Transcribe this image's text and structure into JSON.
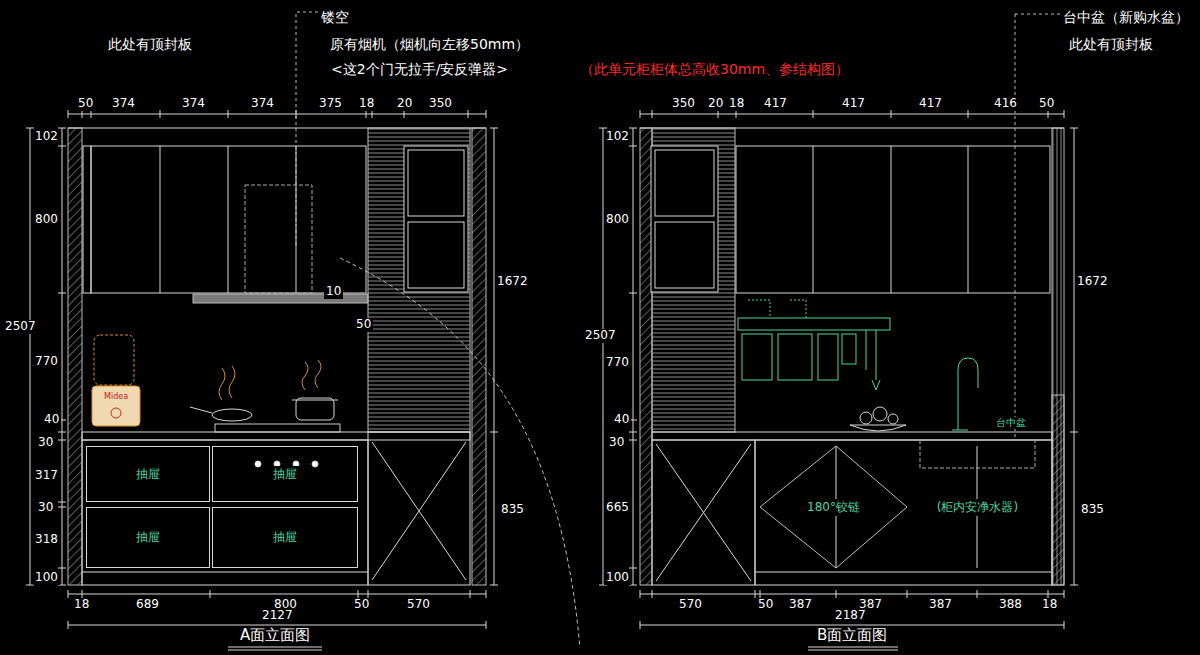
{
  "diagram": {
    "nodes": [
      {
        "text": [
          "抽屉"
        ]
      },
      {
        "text": [
          "抽屉"
        ]
      },
      {
        "text": [
          "抽屉"
        ]
      },
      {
        "text": [
          "抽屉"
        ]
      },
      {
        "text": [
          "180°铰链"
        ]
      },
      {
        "text": [
          "(柜内安净水器)"
        ]
      }
    ],
    "labels": [
      "此处有顶封板",
      "镂空",
      "原有烟机（烟机向左移50mm）",
      "<这2个门无拉手/安反弹器>",
      "（此单元柜柜体总高收30mm、参结构图）",
      "台中盆（新购水盆）",
      "此处有顶封板",
      "50",
      "374",
      "374",
      "374",
      "375",
      "18",
      "20",
      "350",
      "102",
      "800",
      "2507",
      "770",
      "40",
      "30",
      "317",
      "30",
      "318",
      "100",
      "1672",
      "835",
      "10",
      "50",
      "18",
      "689",
      "800",
      "50",
      "570",
      "2127",
      "A面立面图",
      "350",
      "20",
      "18",
      "417",
      "417",
      "417",
      "416",
      "50",
      "102",
      "800",
      "2507",
      "770",
      "40",
      "30",
      "665",
      "100",
      "1672",
      "835",
      "570",
      "50",
      "387",
      "387",
      "387",
      "388",
      "18",
      "2187",
      "B面立面图",
      "Midea",
      "台中盆"
    ]
  }
}
